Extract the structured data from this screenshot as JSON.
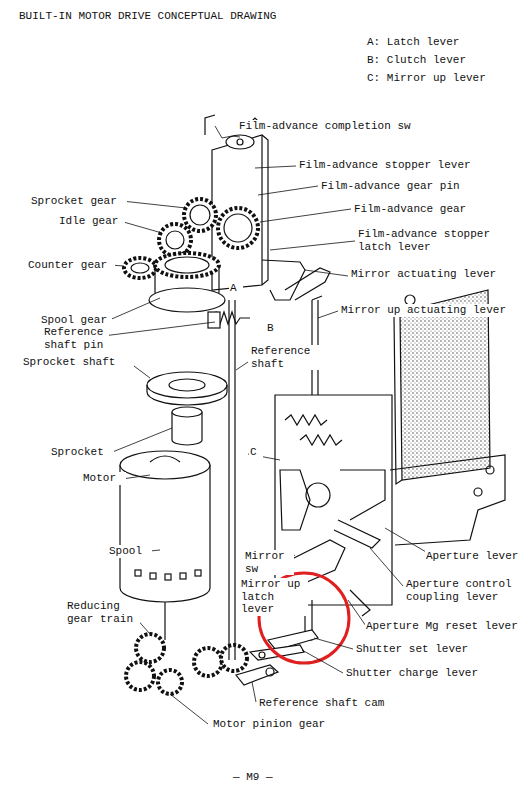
{
  "diagram": {
    "title": "BUILT-IN MOTOR DRIVE CONCEPTUAL DRAWING",
    "labels": [
      "A: Latch lever",
      "B: Clutch lever",
      "C: Mirror up lever",
      "Film-advance completion sw",
      "Film-advance stopper lever",
      "Film-advance gear pin",
      "Film-advance gear",
      "Sprocket gear",
      "Idle gear",
      "Counter gear",
      "Film-advance stopper latch lever",
      "Mirror actuating lever",
      "Spool gear",
      "Reference shaft pin",
      "Sprocket shaft",
      "Mirror up actuating lever",
      "Reference shaft",
      "A",
      "B",
      "C",
      "Sprocket",
      "Motor",
      "Spool",
      "Mirror sw",
      "Mirror up latch lever",
      "Aperture lever",
      "Aperture control coupling lever",
      "Aperture Mg reset lever",
      "Shutter set lever",
      "Shutter charge lever",
      "Reducing gear train",
      "Reference shaft cam",
      "Motor pinion gear",
      "— M9 —"
    ]
  }
}
